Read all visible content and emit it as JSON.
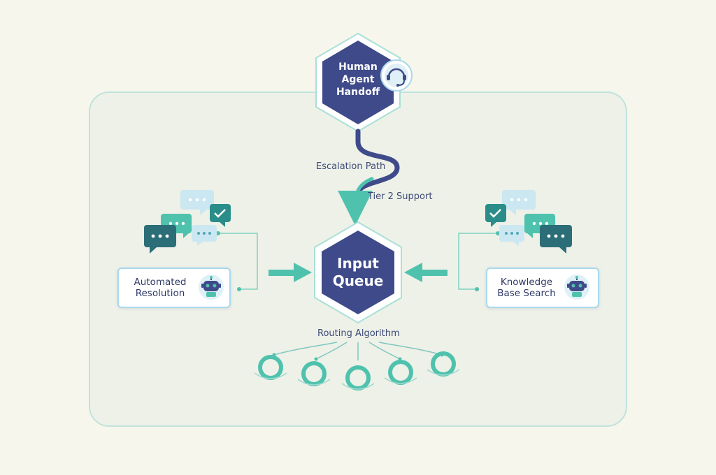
{
  "human_agent_handoff": {
    "lines": [
      "Human",
      "Agent",
      "Handoff"
    ],
    "icon": "headset-icon"
  },
  "input_queue": {
    "lines": [
      "Input",
      "Queue"
    ]
  },
  "escalation_path": {
    "label": "Escalation Path"
  },
  "tier_2_support": {
    "label": "Tier 2 Support"
  },
  "routing_algorithm": {
    "label": "Routing Algorithm"
  },
  "automated_resolution": {
    "lines": [
      "Automated",
      "Resolution"
    ],
    "icon": "robot-icon"
  },
  "knowledge_base_search": {
    "lines": [
      "Knowledge",
      "Base Search"
    ],
    "icon": "robot-icon"
  },
  "colors": {
    "navy": "#3f4a8a",
    "teal": "#4fc2ad",
    "panel": "#eef1e8",
    "panel_border": "#bfe3dc"
  }
}
